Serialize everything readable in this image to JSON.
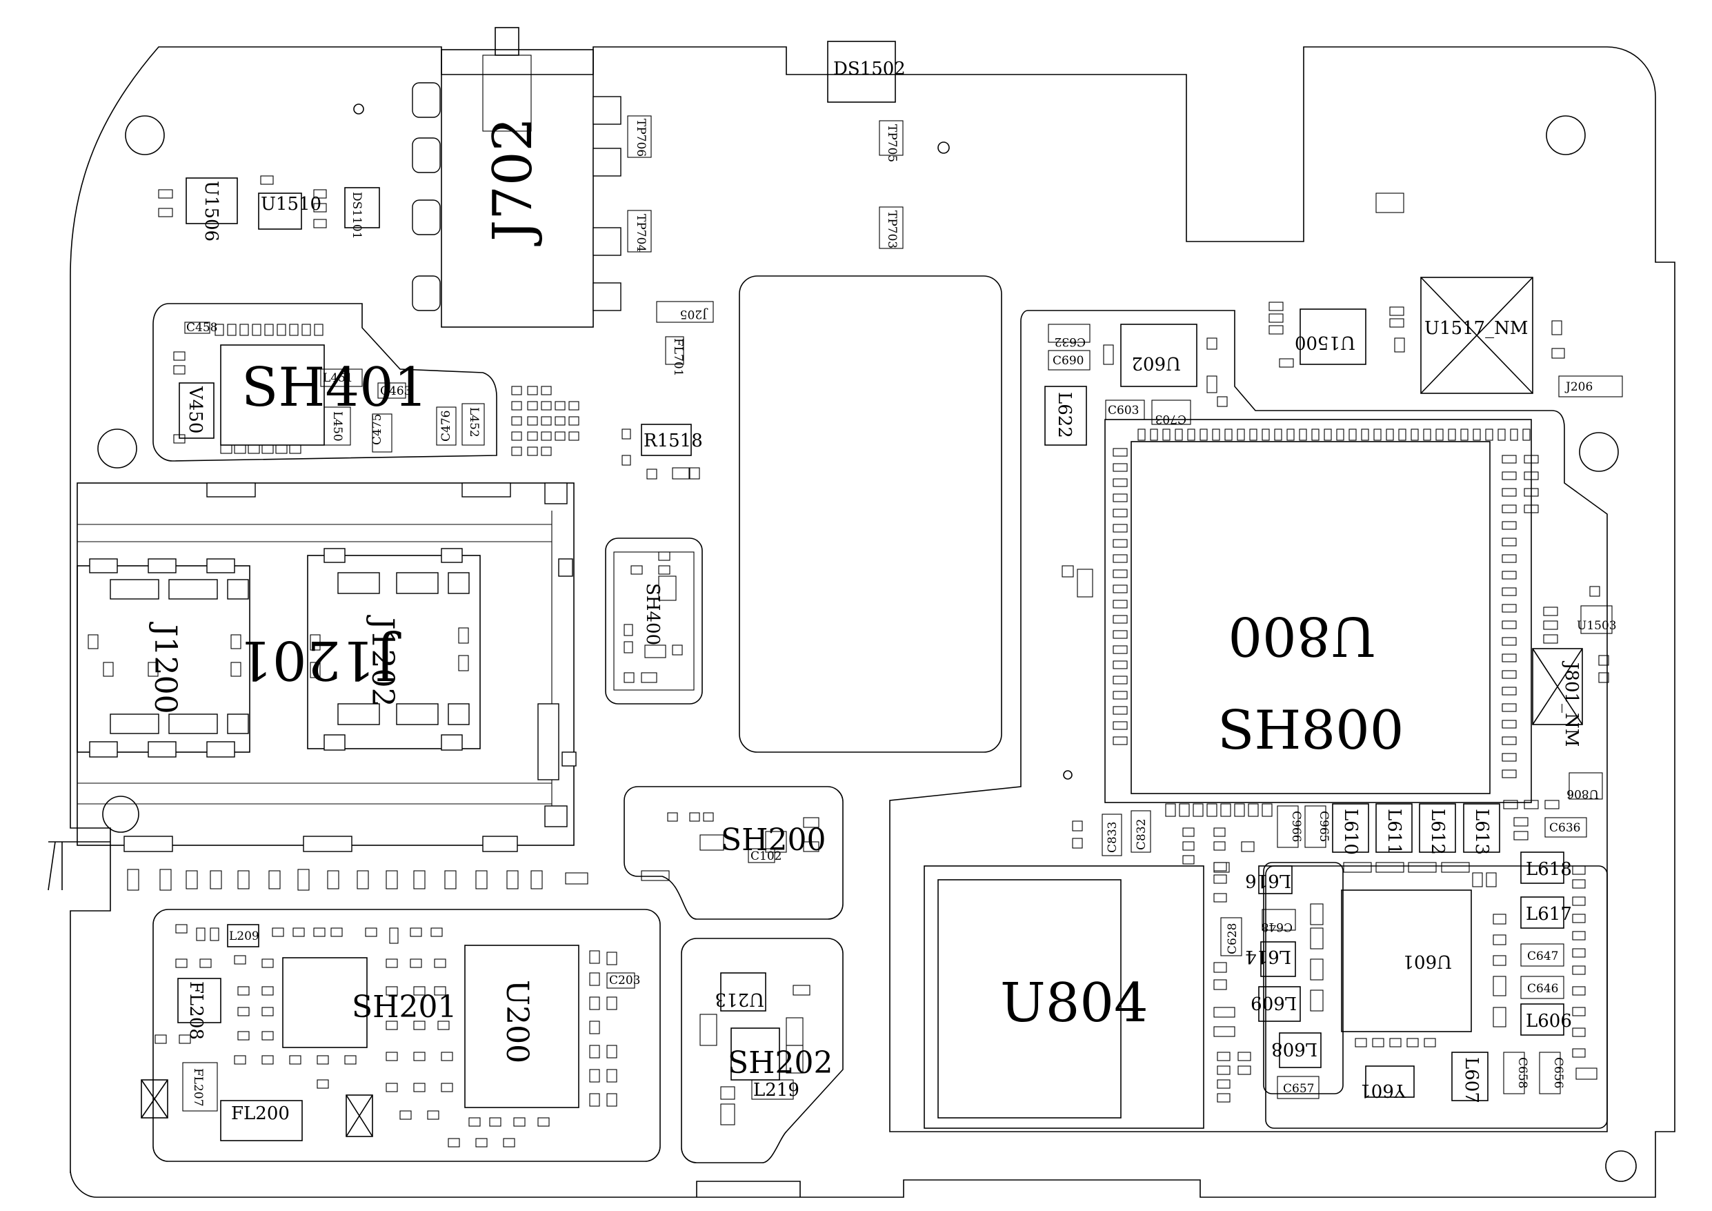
{
  "labels": {
    "j702": "J702",
    "ds1502": "DS1502",
    "tp706": "TP706",
    "tp705": "TP705",
    "tp704": "TP704",
    "tp703": "TP703",
    "u1506": "U1506",
    "u1510": "U1510",
    "ds1101": "DS1101",
    "sh401": "SH401",
    "v450": "V450",
    "l451": "L451",
    "c463": "C463",
    "c475": "C475",
    "c476": "C476",
    "l452": "L452",
    "l450": "L450",
    "c458": "C458",
    "r1518": "R1518",
    "j205": "J205",
    "fl701": "FL701",
    "j1200": "J1200",
    "j1201": "J1201",
    "j1202": "J1202",
    "sh400": "SH400",
    "sh200": "SH200",
    "c102": "C102",
    "sh201": "SH201",
    "u200": "U200",
    "fl208": "FL208",
    "fl200": "FL200",
    "fl207": "FL207",
    "l209": "L209",
    "c203": "C203",
    "u213": "U213",
    "sh202": "SH202",
    "l219": "L219",
    "u602": "U602",
    "c632": "C632",
    "c690": "C690",
    "l622": "L622",
    "c603": "C603",
    "c703": "C703",
    "u1500": "U1500",
    "u1517": "U1517_NM",
    "j206": "J206",
    "u800": "U800",
    "sh800": "SH800",
    "u1503": "U1503",
    "j801": "J801_NM",
    "u806": "U806",
    "c833": "C833",
    "c832": "C832",
    "c966": "C966",
    "c965": "C965",
    "l610": "L610",
    "l611": "L611",
    "l612": "L612",
    "l613": "L613",
    "c636": "C636",
    "l618": "L618",
    "l617": "L617",
    "l616": "L616",
    "c648": "C648",
    "c628": "C628",
    "l614": "L614",
    "u601": "U601",
    "c647": "C647",
    "c646": "C646",
    "l606": "L606",
    "l609": "L609",
    "l608": "L608",
    "c657": "C657",
    "y601": "Y601",
    "l607": "L607",
    "c658": "C658",
    "c656": "C656",
    "u804": "U804"
  }
}
